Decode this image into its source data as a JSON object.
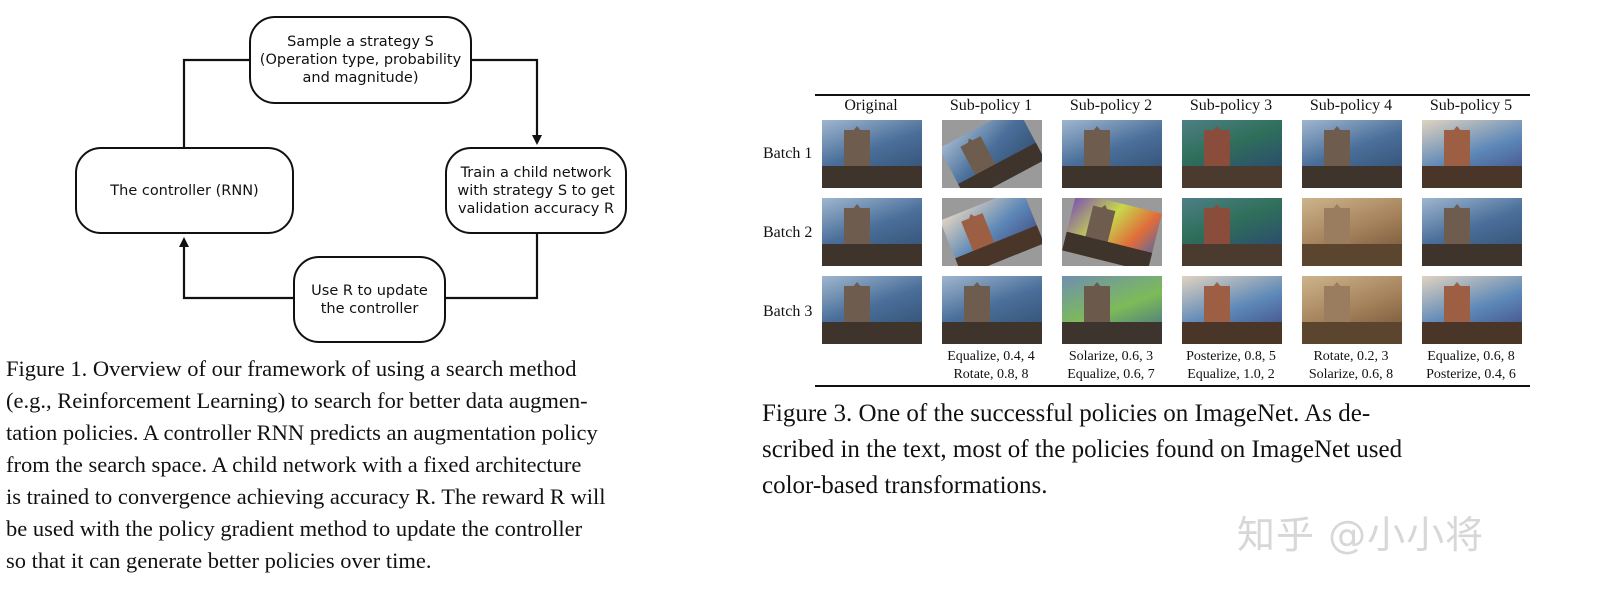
{
  "figure1": {
    "nodes": {
      "sample": "Sample a strategy S\n(Operation type, probability\nand magnitude)",
      "controller": "The controller (RNN)",
      "train": "Train a child network\nwith strategy S to get\nvalidation accuracy R",
      "update": "Use R to update\nthe controller"
    },
    "caption": "Figure 1. Overview of our framework of using a search method (e.g., Reinforcement Learning) to search for better data augmentation policies. A controller RNN predicts an augmentation policy from the search space. A child network with a fixed architecture is trained to convergence achieving accuracy R. The reward R will be used with the policy gradient method to update the controller so that it can generate better policies over time.",
    "caption_lines": [
      "Figure 1. Overview of our framework of using a search method",
      "(e.g., Reinforcement Learning) to search for better data augmen-",
      "tation policies. A controller RNN predicts an augmentation policy",
      "from the search space.  A child network with a fixed architecture",
      "is trained to convergence achieving accuracy R. The reward R will",
      "be used with the policy gradient method to update the controller",
      "so that it can generate better policies over time."
    ]
  },
  "figure3": {
    "columns": [
      "Original",
      "Sub-policy 1",
      "Sub-policy 2",
      "Sub-policy 3",
      "Sub-policy 4",
      "Sub-policy 5"
    ],
    "rows": [
      "Batch 1",
      "Batch 2",
      "Batch 3"
    ],
    "operations": [
      [
        "Equalize, 0.4, 4",
        "Rotate, 0.8, 8"
      ],
      [
        "Solarize, 0.6, 3",
        "Equalize, 0.6, 7"
      ],
      [
        "Posterize, 0.8, 5",
        "Equalize, 1.0, 2"
      ],
      [
        "Rotate, 0.2, 3",
        "Solarize, 0.6, 8"
      ],
      [
        "Equalize, 0.6, 8",
        "Posterize, 0.4, 6"
      ]
    ],
    "caption_lines": [
      "Figure 3.  One of the successful policies on ImageNet.   As de-",
      "scribed in the text, most of the policies found on ImageNet used",
      "color-based transformations."
    ]
  },
  "watermark": "知乎 @小小将"
}
